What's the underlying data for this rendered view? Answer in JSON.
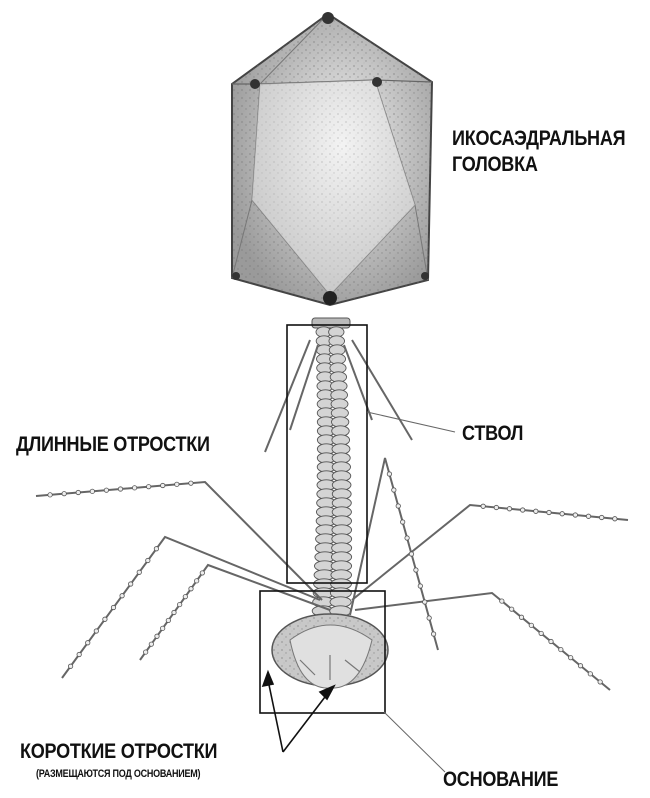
{
  "labels": {
    "head_line1": "ИКОСАЭДРАЛЬНАЯ",
    "head_line2": "ГОЛОВКА",
    "tail": "СТВОЛ",
    "long_fibers": "ДЛИННЫЕ ОТРОСТКИ",
    "short_fibers": "КОРОТКИЕ ОТРОСТКИ",
    "short_fibers_note": "(РАЗМЕЩАЮТСЯ ПОД ОСНОВАНИЕМ)",
    "base_plate": "ОСНОВАНИЕ"
  },
  "colors": {
    "ink": "#111111",
    "head_shade": "#8c8c8c",
    "head_light": "#e6e6e6",
    "stroke": "#555555"
  }
}
